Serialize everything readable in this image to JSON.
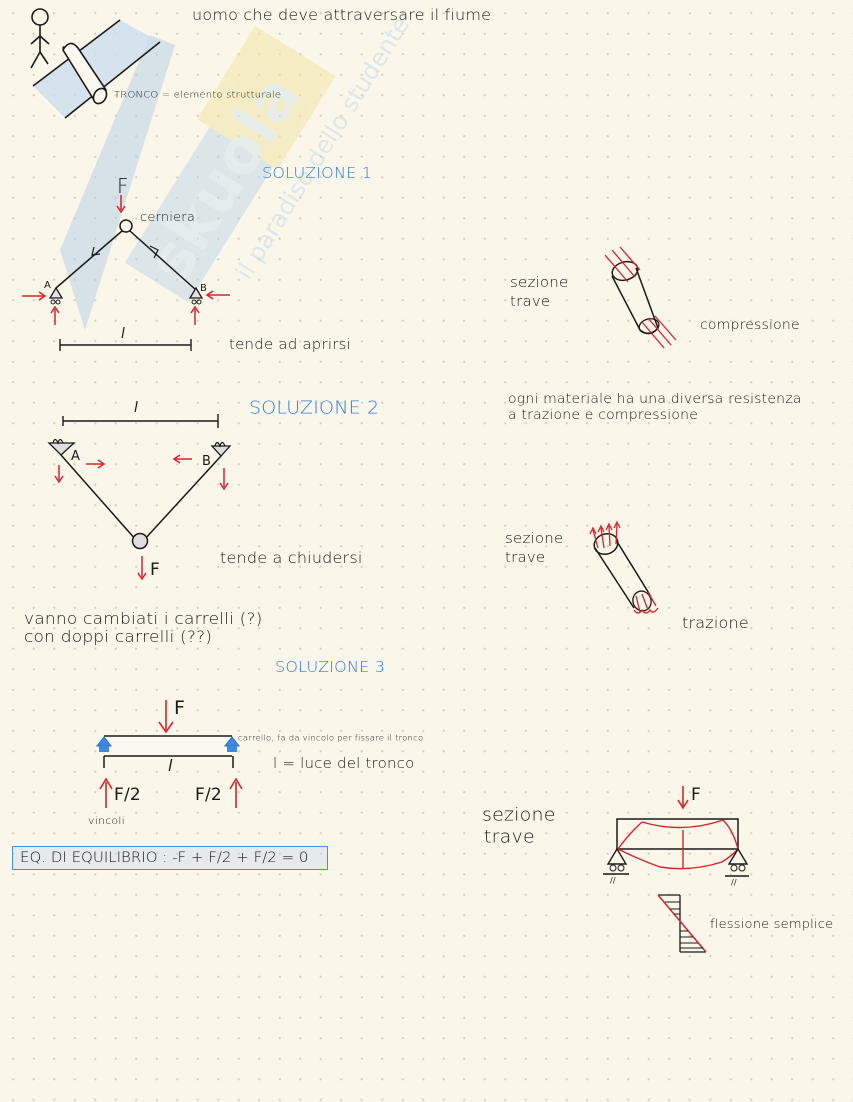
{
  "page": {
    "background_color": "#faf6ea",
    "ink_color": "#1a1a1a",
    "accent_red": "#d6232a",
    "accent_blue": "#2a7be0",
    "watermark": {
      "brand": "skuola.net",
      "tagline": "il paradiso dello studente"
    }
  },
  "intro": {
    "title": "uomo che deve attraversare il fiume",
    "tronco_label": "TRONCO = elemento strutturale"
  },
  "soluzione1": {
    "heading": "SOLUZIONE 1",
    "force_label": "F",
    "hinge_label": "cerniera",
    "support_a": "A",
    "support_b": "B",
    "span_label": "l",
    "note": "tende ad aprirsi"
  },
  "soluzione2": {
    "heading": "SOLUZIONE 2",
    "span_label": "l",
    "support_a": "A",
    "support_b": "B",
    "force_label": "F",
    "note": "tende a chiudersi",
    "question_line1": "vanno cambiati i carrelli (?)",
    "question_line2": "con doppi carrelli (??)"
  },
  "soluzione3": {
    "heading": "SOLUZIONE 3",
    "force_label": "F",
    "carrello_note": "carrello, fa da vincolo per fissare il tronco",
    "span_label": "l",
    "span_definition": "l = luce del tronco",
    "reaction_left": "F/2",
    "reaction_right": "F/2",
    "vincoli_label": "vincoli",
    "equation": "EQ. DI EQUILIBRIO :  -F + F/2 + F/2 = 0"
  },
  "right_column": {
    "compression": {
      "section_line1": "sezione",
      "section_line2": "trave",
      "label": "compressione"
    },
    "material_note_line1": "ogni materiale ha una diversa resistenza",
    "material_note_line2": "a trazione e compressione",
    "tension": {
      "section_line1": "sezione",
      "section_line2": "trave",
      "label": "trazione"
    },
    "bending": {
      "section_line1": "sezione",
      "section_line2": "trave",
      "force_label": "F",
      "support_mark_left": "//",
      "support_mark_right": "//",
      "label": "flessione semplice"
    }
  }
}
